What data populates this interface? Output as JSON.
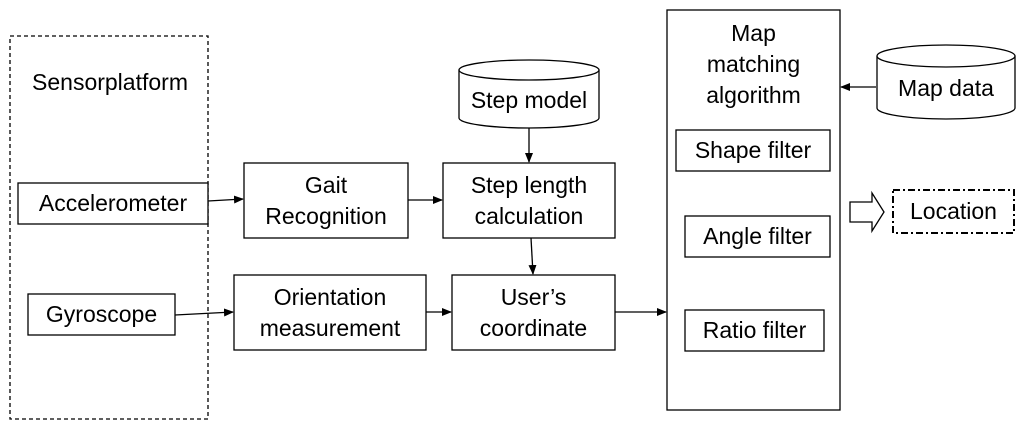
{
  "diagram": {
    "sensor_platform": {
      "title": [
        "Sensor",
        "platform"
      ]
    },
    "accelerometer": "Accelerometer",
    "gyroscope": "Gyroscope",
    "gait_recognition": [
      "Gait",
      "Recognition"
    ],
    "orientation_measurement": [
      "Orientation",
      "measurement"
    ],
    "step_model": "Step model",
    "step_length_calculation": [
      "Step length",
      "calculation"
    ],
    "users_coordinate": [
      "User’s",
      "coordinate"
    ],
    "map_matching": {
      "title": [
        "Map",
        "matching",
        "algorithm"
      ],
      "filters": [
        "Shape filter",
        "Angle filter",
        "Ratio filter"
      ]
    },
    "map_data": "Map data",
    "location": "Location"
  }
}
